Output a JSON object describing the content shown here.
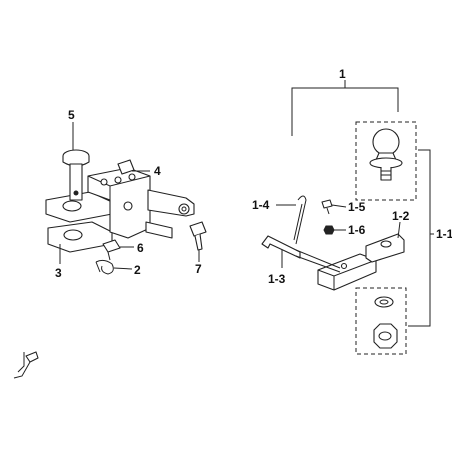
{
  "labels": {
    "p1": "1",
    "p1_1": "1-1",
    "p1_2": "1-2",
    "p1_3": "1-3",
    "p1_4": "1-4",
    "p1_5": "1-5",
    "p1_6": "1-6",
    "p2": "2",
    "p3": "3",
    "p4": "4",
    "p5": "5",
    "p6": "6",
    "p7": "7"
  },
  "colors": {
    "line": "#222222",
    "background": "#ffffff"
  }
}
